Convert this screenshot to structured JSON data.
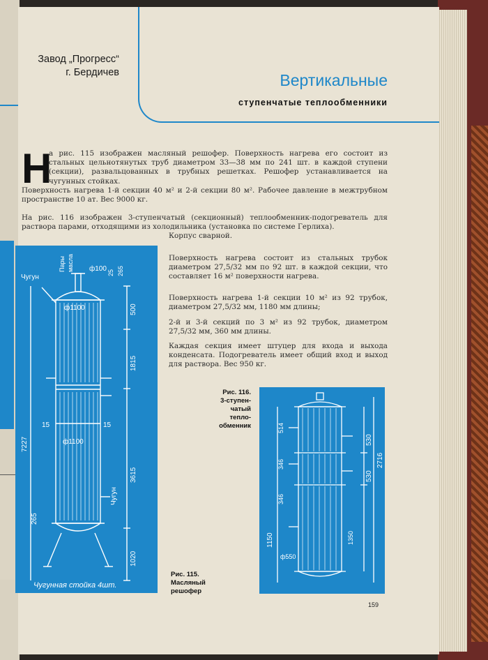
{
  "header": {
    "factory_line1": "Завод „Прогресс“",
    "factory_line2": "г. Бердичев",
    "title": "Вертикальные",
    "subtitle": "ступенчатые теплообменники"
  },
  "text": {
    "dropcap": "Н",
    "p1": "а рис. 115 изображен масляный решофер. Поверхность нагрева его состоит из стальных цельнотянутых труб диаметром 33—38 мм по 241 шт. в каждой ступени (секции), развальцованных в трубных решетках. Решофер устанавливается на чугунных стойках.",
    "p1b": "Поверхность нагрева 1-й секции 40 м² и 2-й секции 80 м². Рабочее давление в межтрубном пространстве 10 ат. Вес 9000 кг.",
    "p2": "На рис. 116 изображен 3-ступенчатый (секционный) теплообменник-подогреватель для раствора парами, отходящими из холодильника (установка по системе Герлиха).",
    "p2b": "Корпус сварной.",
    "p3": "Поверхность нагрева состоит из стальных трубок диаметром 27,5/32 мм по 92 шт. в каждой секции, что составляет 16 м² поверхности нагрева.",
    "p4": "Поверхность нагрева 1-й секции 10 м² из 92 трубок, диаметром 27,5/32 мм, 1180 мм длины;",
    "p5": "2-й и 3-й секций по 3 м² из 92 трубок, диаметром 27,5/32 мм, 360 мм длины.",
    "p6": "Каждая секция имеет штуцер для входа и выхода конденсата. Подогреватель имеет общий вход и выход для раствора. Вес 950 кг."
  },
  "figure115": {
    "caption_line1": "Рис. 115.",
    "caption_line2": "Масляный",
    "caption_line3": "решофер",
    "labels": {
      "top_left": "Чугун",
      "top_vert1": "Пары",
      "top_vert2": "масла",
      "d100": "ф100",
      "d25": "25",
      "d265top": "265",
      "d1100top": "ф1100",
      "d500": "500",
      "d1815": "1815",
      "d15a": "15",
      "d15b": "15",
      "d1100mid": "ф1100",
      "d7227": "7227",
      "d3615": "3615",
      "d265bot": "265",
      "d1020": "1020",
      "bot_right": "Чугун",
      "bottom": "Чугунная стойка 4шт."
    }
  },
  "figure116": {
    "caption_line1": "Рис. 116.",
    "caption_line2": "3-ступен-",
    "caption_line3": "чатый",
    "caption_line4": "тепло-",
    "caption_line5": "обменник",
    "labels": {
      "d514": "514",
      "d346a": "346",
      "d346b": "346",
      "d1150": "1150",
      "d550": "ф550",
      "d530a": "530",
      "d530b": "530",
      "d2716": "2716",
      "d1350": "1350"
    }
  },
  "page_number": "159"
}
